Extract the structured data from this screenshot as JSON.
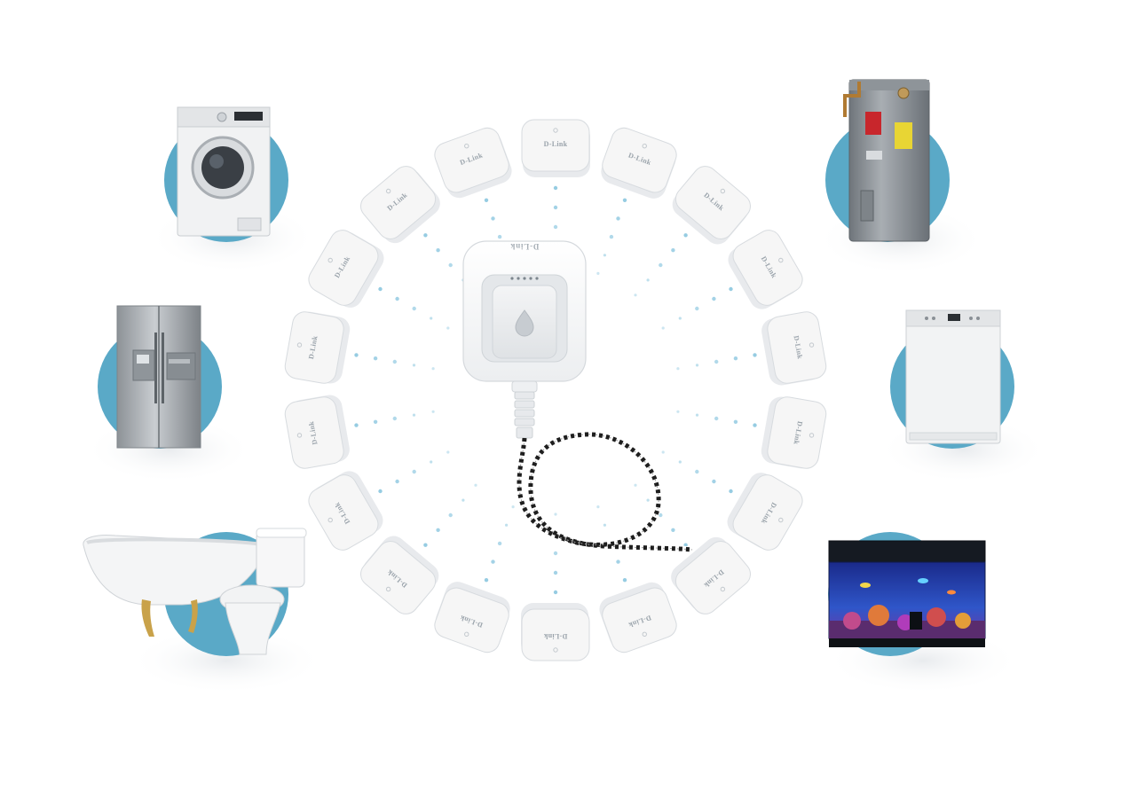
{
  "brand_text": "D-Link",
  "colors": {
    "background": "#ffffff",
    "accent_circle": "#5aa9c7",
    "dot": "#8ec8e0",
    "sensor_body": "#f6f6f6",
    "cable_dark": "#1e1e1e"
  },
  "hub": {
    "icon": "water-drop-icon",
    "led_count": 5
  },
  "sensor_count": 18,
  "appliances": [
    {
      "name": "washing-machine"
    },
    {
      "name": "refrigerator"
    },
    {
      "name": "bathtub-and-toilet"
    },
    {
      "name": "water-heater"
    },
    {
      "name": "dishwasher"
    },
    {
      "name": "aquarium"
    }
  ]
}
